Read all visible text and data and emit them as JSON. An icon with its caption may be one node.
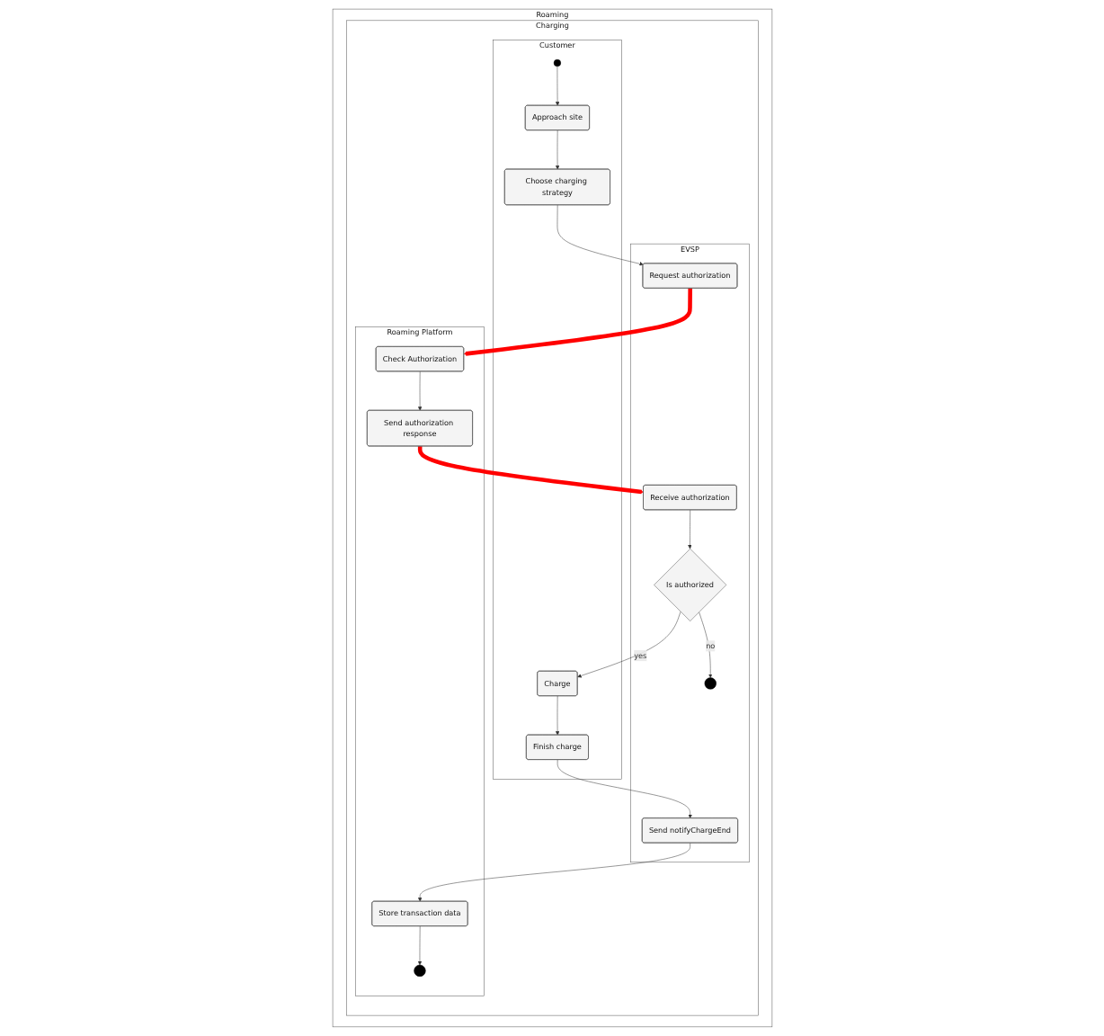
{
  "diagram": {
    "nodes": [
      {
        "text": [
          "Roaming"
        ]
      },
      {
        "text": [
          "Charging"
        ],
        "in": 0
      },
      {
        "text": [
          "Customer"
        ],
        "in": 1
      },
      {
        "text": [
          "EVSP"
        ],
        "in": 1
      },
      {
        "text": [
          "Roaming Platform"
        ],
        "in": 1
      },
      {
        "text": [],
        "shape": "circle",
        "in": 2
      },
      {
        "text": [
          "Approach site"
        ],
        "in": 2
      },
      {
        "text": [
          "Choose charging strategy"
        ],
        "in": 2
      },
      {
        "text": [
          "Charge"
        ],
        "in": 2
      },
      {
        "text": [
          "Finish charge"
        ],
        "in": 2
      },
      {
        "text": [
          "Request authorization"
        ],
        "in": 3
      },
      {
        "text": [
          "Receive authorization"
        ],
        "in": 3
      },
      {
        "text": [
          "Is authorized"
        ],
        "in": 3
      },
      {
        "text": [],
        "shape": "bullseye",
        "in": 3
      },
      {
        "text": [
          "Send notifyChargeEnd"
        ],
        "in": 3
      },
      {
        "text": [
          "Check Authorization"
        ],
        "in": 4
      },
      {
        "text": [
          "Send authorization response"
        ],
        "in": 4
      },
      {
        "text": [
          "Store transaction data"
        ],
        "in": 4
      },
      {
        "text": [],
        "shape": "bullseye",
        "in": 4
      }
    ],
    "edges": [
      {
        "from": 5,
        "to": 6,
        "arrow": "to"
      },
      {
        "from": 6,
        "to": 7,
        "arrow": "to"
      },
      {
        "from": 7,
        "to": 10,
        "arrow": "to"
      },
      {
        "from": 10,
        "to": 15,
        "arrow": "to",
        "style": "thick",
        "color": "#ff0000"
      },
      {
        "from": 15,
        "to": 16,
        "arrow": "to"
      },
      {
        "from": 16,
        "to": 11,
        "arrow": "to",
        "style": "thick",
        "color": "#ff0000"
      },
      {
        "from": 11,
        "to": 12,
        "arrow": "to"
      },
      {
        "from": 12,
        "to": 8,
        "arrow": "to",
        "label": "yes"
      },
      {
        "from": 12,
        "to": 13,
        "arrow": "to",
        "label": "no"
      },
      {
        "from": 8,
        "to": 9,
        "arrow": "to"
      },
      {
        "from": 9,
        "to": 14,
        "arrow": "to"
      },
      {
        "from": 14,
        "to": 17,
        "arrow": "to"
      },
      {
        "from": 17,
        "to": 18,
        "arrow": "to"
      }
    ]
  }
}
